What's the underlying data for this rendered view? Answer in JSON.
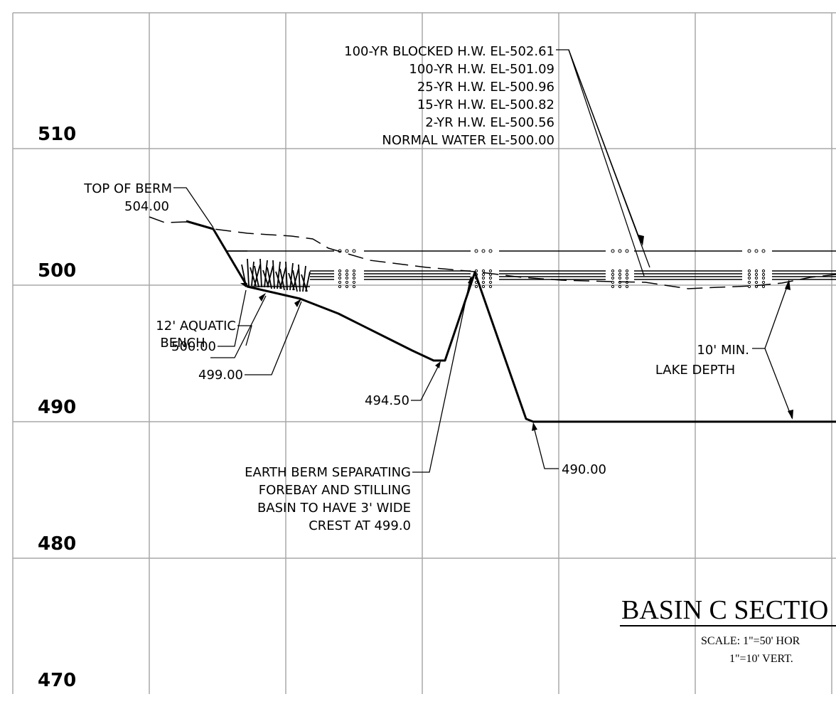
{
  "elevation_labels": [
    "510",
    "500",
    "490",
    "480",
    "470"
  ],
  "water_levels": {
    "blocked_100yr": "100-YR BLOCKED H.W. EL-502.61",
    "hw_100yr": "100-YR H.W. EL-501.09",
    "hw_25yr": "25-YR H.W. EL-500.96",
    "hw_15yr": "15-YR H.W. EL-500.82",
    "hw_2yr": "2-YR H.W. EL-500.56",
    "normal": "NORMAL WATER EL-500.00"
  },
  "callouts": {
    "top_of_berm": "TOP OF BERM",
    "top_of_berm_elev": "504.00",
    "bench_top_elev": "500.00",
    "aquatic_bench_line1": "12' AQUATIC",
    "aquatic_bench_line2": "BENCH",
    "bench_bottom_elev": "499.00",
    "forebay_bottom_elev": "494.50",
    "lake_bottom_elev": "490.00",
    "lake_depth_line1": "10' MIN.",
    "lake_depth_line2": "LAKE DEPTH",
    "earth_berm_line1": "EARTH BERM SEPARATING",
    "earth_berm_line2": "FOREBAY AND STILLING",
    "earth_berm_line3": "BASIN TO HAVE 3' WIDE",
    "earth_berm_line4": "CREST AT 499.0"
  },
  "title_block": {
    "title": "BASIN C SECTIO",
    "scale_line1": "SCALE: 1\"=50' HOR",
    "scale_line2": "1\"=10' VERT."
  },
  "colors": {
    "grid": "#a8a8a8",
    "linework": "#000000",
    "background": "#ffffff"
  }
}
